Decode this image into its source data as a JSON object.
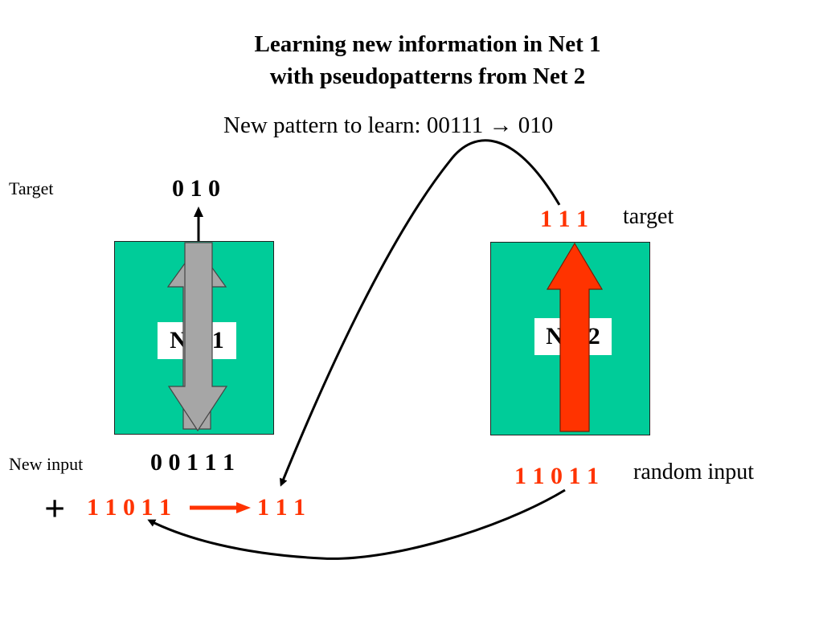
{
  "title": {
    "line1": "Learning new information in Net 1",
    "line2": "with pseudopatterns from Net 2"
  },
  "subtitle": {
    "prefix": "New pattern to learn: 00111",
    "arrow": "→",
    "suffix": "010"
  },
  "net1": {
    "label": "Net 1",
    "target_caption": "Target",
    "target_value": "0 1 0",
    "input_caption": "New input",
    "input_value": "0 0 1 1 1",
    "plus": "+",
    "pseudo_input": "1 1 0 1 1",
    "pseudo_target": "1 1 1"
  },
  "net2": {
    "label": "Net 2",
    "target_caption": "target",
    "target_value": "1 1 1",
    "input_caption": "random input",
    "input_value": "1 1 0 1 1"
  },
  "colors": {
    "net_fill": "#00cc99",
    "highlight": "#ff3300",
    "gray_arrow": "#a6a6a6"
  }
}
